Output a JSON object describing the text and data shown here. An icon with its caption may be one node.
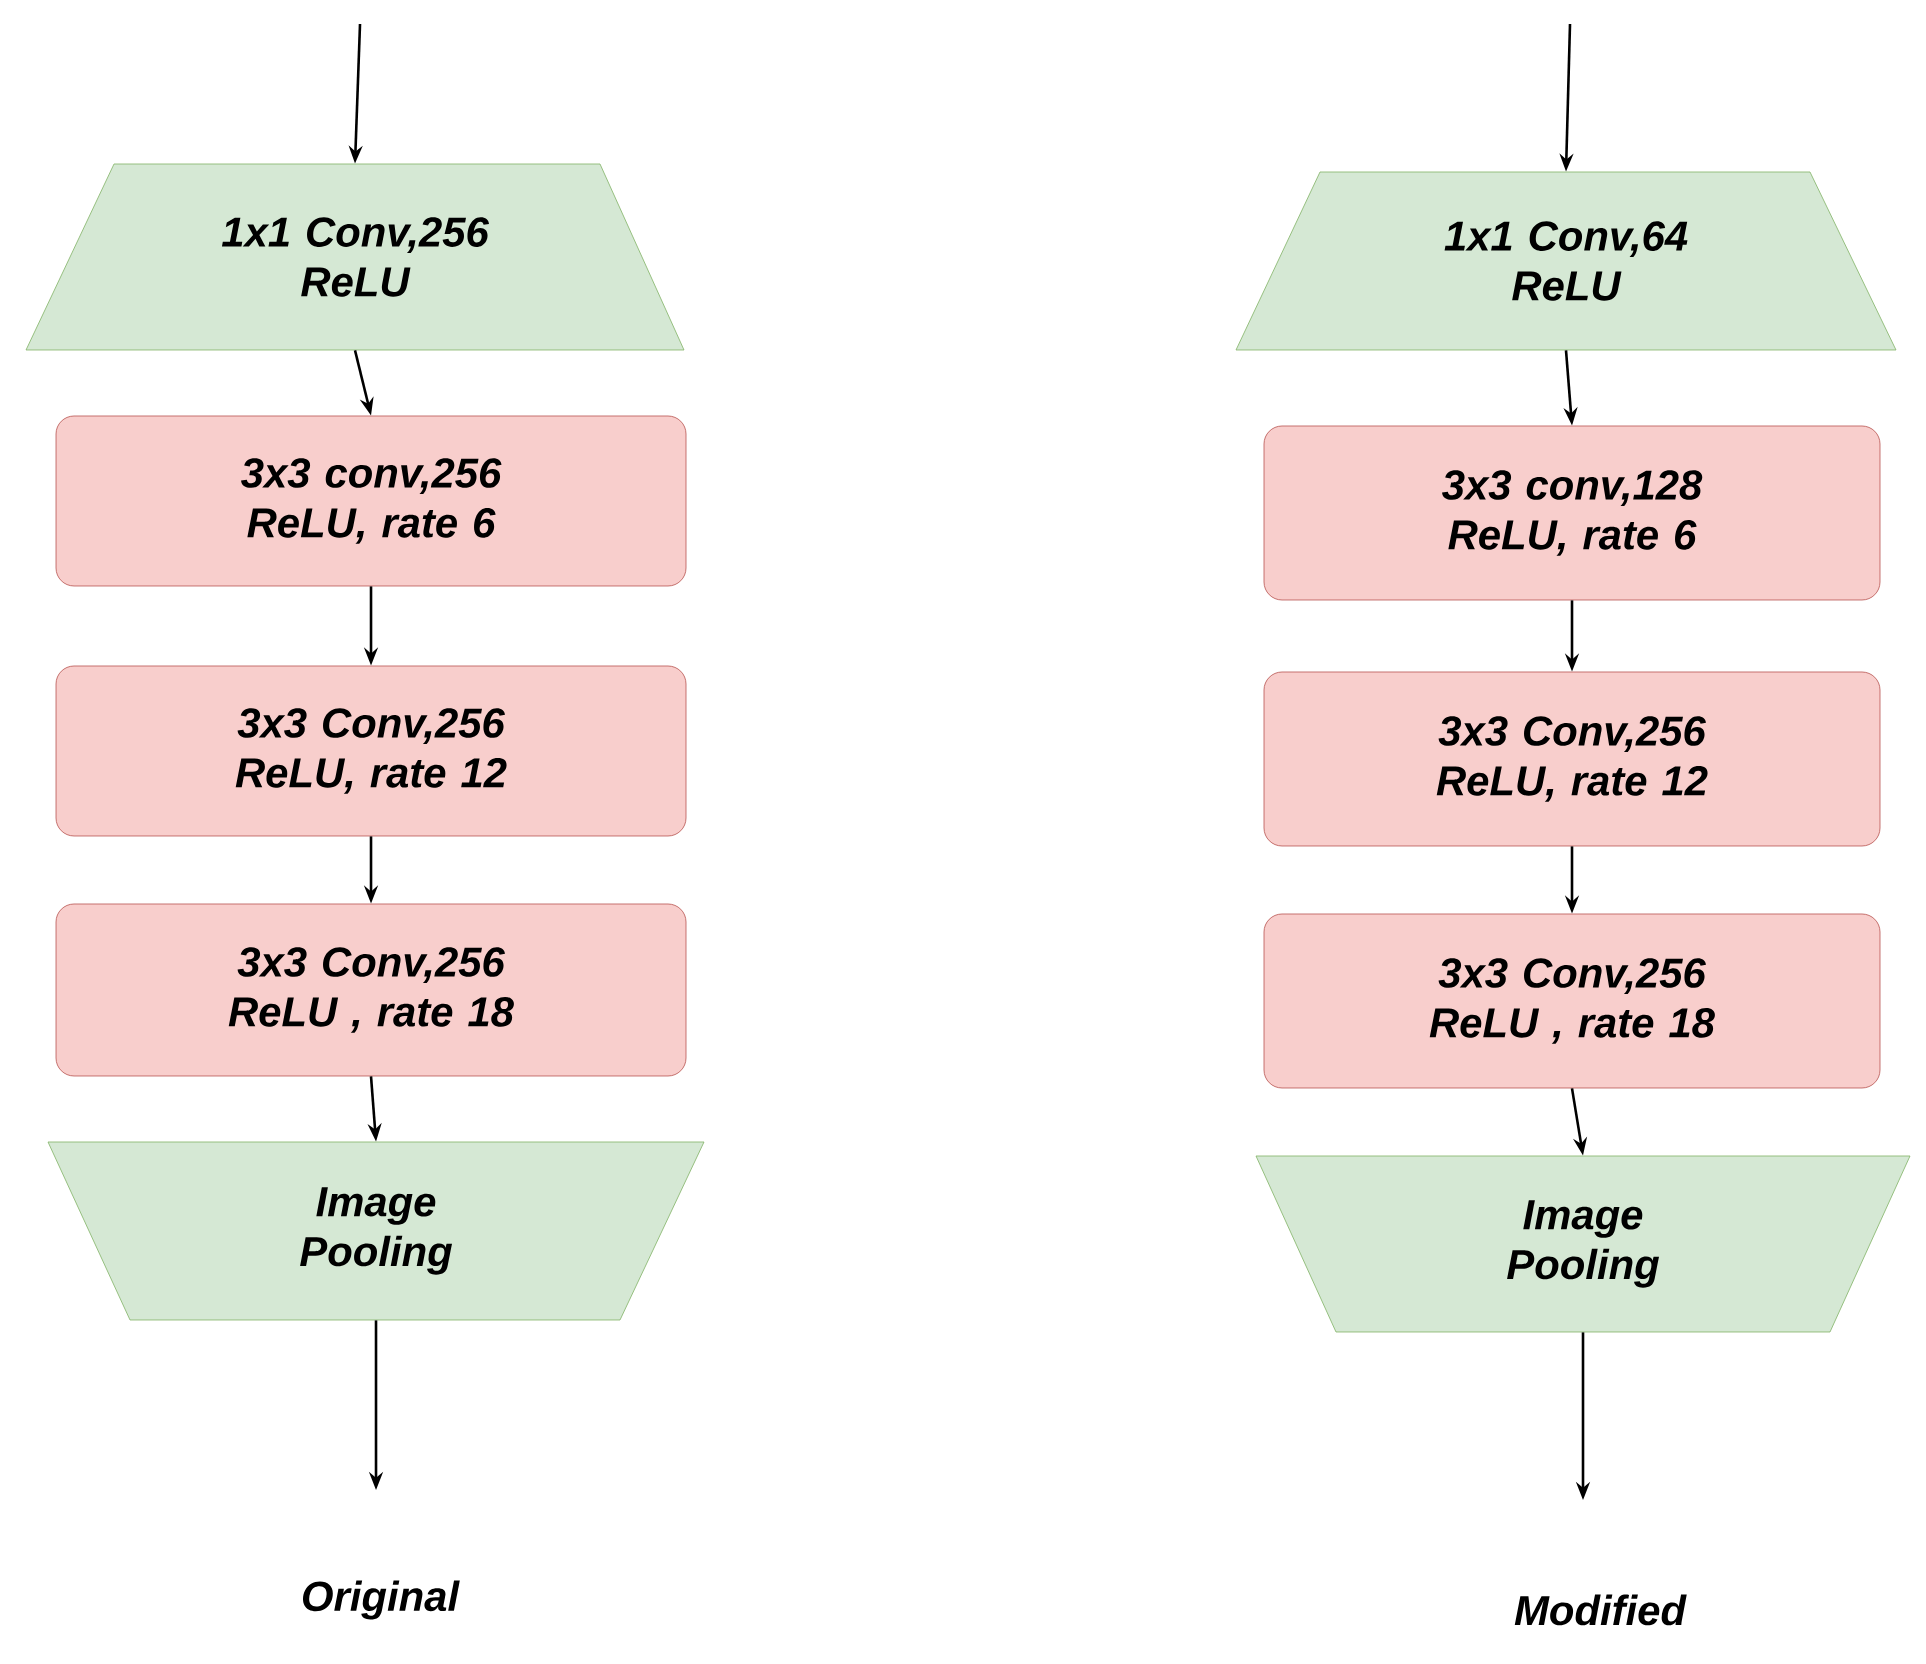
{
  "diagram": {
    "nodes": [
      {
        "text": [
          "1x1 Conv,256 ReLU"
        ]
      },
      {
        "text": [
          "3x3 conv,256 ReLU, rate 6"
        ]
      },
      {
        "text": [
          "3x3 Conv,256 ReLU, rate 12"
        ]
      },
      {
        "text": [
          "3x3 Conv,256 ReLU , rate 18"
        ]
      },
      {
        "text": [
          "Image Pooling"
        ]
      },
      {
        "text": [
          "1x1 Conv,64 ReLU"
        ]
      },
      {
        "text": [
          "3x3 conv,128 ReLU, rate 6"
        ]
      },
      {
        "text": [
          "3x3 Conv,256 ReLU, rate 12"
        ]
      },
      {
        "text": [
          "3x3 Conv,256 ReLU , rate 18"
        ]
      },
      {
        "text": [
          "Image Pooling"
        ]
      }
    ],
    "edges": [
      {
        "from": null,
        "to": 0,
        "arrow": "to"
      },
      {
        "from": 0,
        "to": 1,
        "arrow": "to"
      },
      {
        "from": 1,
        "to": 2,
        "arrow": "to"
      },
      {
        "from": 2,
        "to": 3,
        "arrow": "to"
      },
      {
        "from": 3,
        "to": 4,
        "arrow": "to"
      },
      {
        "from": 4,
        "to": null,
        "arrow": "to"
      },
      {
        "from": null,
        "to": 5,
        "arrow": "to"
      },
      {
        "from": 5,
        "to": 6,
        "arrow": "to"
      },
      {
        "from": 6,
        "to": 7,
        "arrow": "to"
      },
      {
        "from": 7,
        "to": 8,
        "arrow": "to"
      },
      {
        "from": 8,
        "to": 9,
        "arrow": "to"
      },
      {
        "from": 9,
        "to": null,
        "arrow": "to"
      }
    ],
    "labels": [
      "Original",
      "Modified"
    ]
  }
}
